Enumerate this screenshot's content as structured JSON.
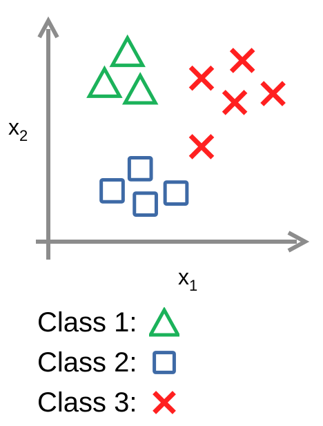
{
  "chart_data": {
    "type": "scatter",
    "xlabel": "x",
    "xlabel_sub": "1",
    "ylabel": "x",
    "ylabel_sub": "2",
    "grid": false,
    "legend_position": "bottom-left",
    "xlim": [
      0,
      10
    ],
    "ylim": [
      0,
      10
    ],
    "series": [
      {
        "name": "Class 1:",
        "marker": "triangle",
        "color": "#1bb25a",
        "x": [
          3.1,
          2.2,
          3.6
        ],
        "y": [
          8.6,
          7.2,
          6.9
        ]
      },
      {
        "name": "Class 2:",
        "marker": "square",
        "color": "#3e6aa6",
        "x": [
          3.6,
          2.5,
          3.8,
          5.0
        ],
        "y": [
          3.3,
          2.3,
          1.7,
          2.2
        ]
      },
      {
        "name": "Class 3:",
        "marker": "x",
        "color": "#ff2020",
        "x": [
          7.6,
          6.0,
          7.3,
          8.8,
          6.0
        ],
        "y": [
          8.2,
          7.4,
          6.3,
          6.7,
          4.3
        ]
      }
    ]
  },
  "legend": {
    "items": [
      {
        "label": "Class 1:",
        "marker": "triangle",
        "color": "#1bb25a"
      },
      {
        "label": "Class 2:",
        "marker": "square",
        "color": "#3e6aa6"
      },
      {
        "label": "Class 3:",
        "marker": "x",
        "color": "#ff2020"
      }
    ]
  },
  "axis_color": "#8c8c8c"
}
